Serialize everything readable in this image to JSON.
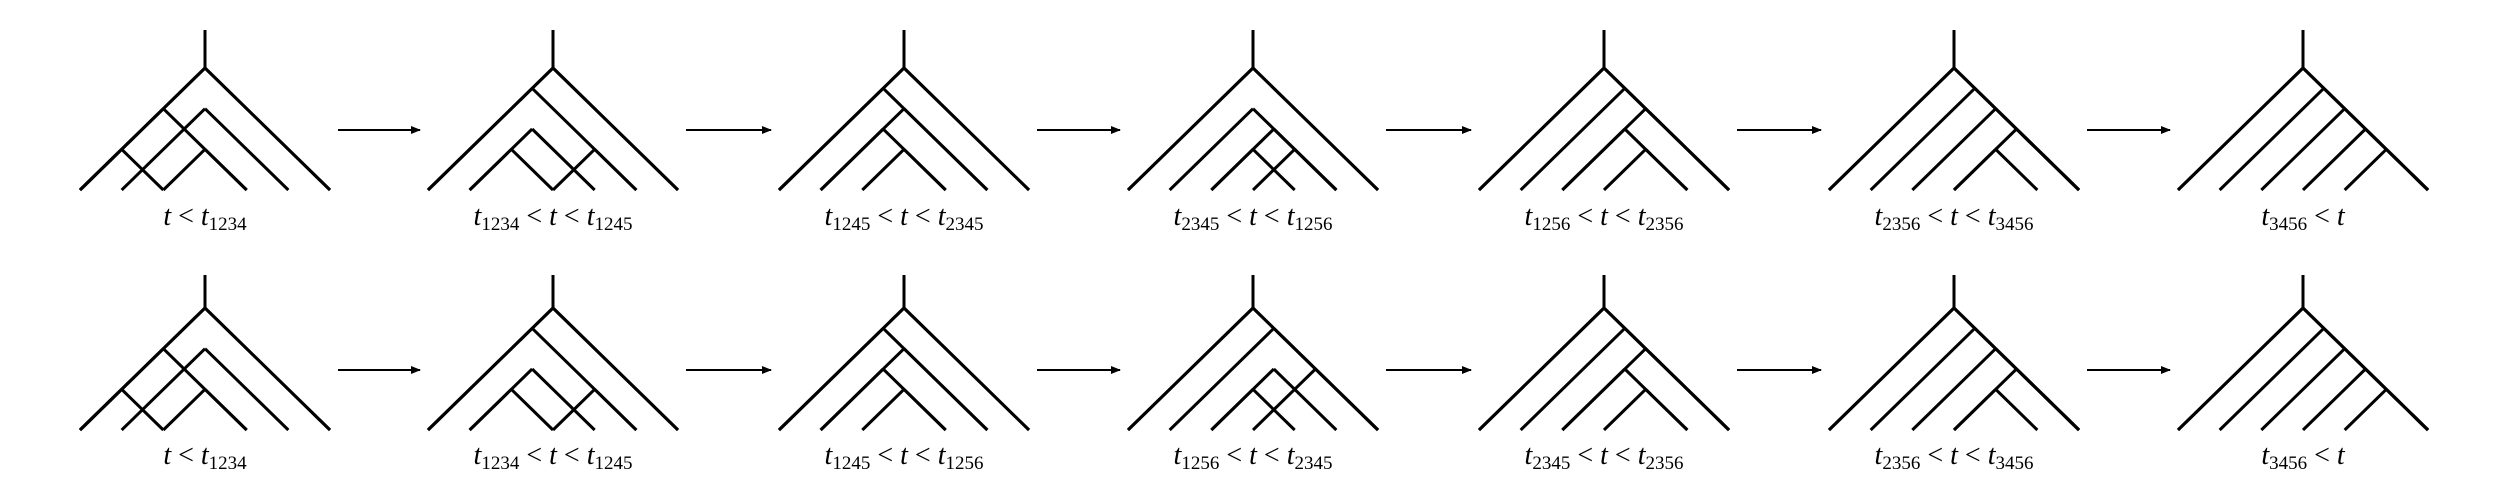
{
  "rows": [
    {
      "trees": [
        {
          "inner": [
            [
              1,
              2
            ],
            [
              1,
              4
            ],
            [
              3,
              4
            ],
            [
              2,
              5
            ],
            [
              5,
              5
            ],
            [
              1,
              6
            ]
          ]
        },
        {
          "inner": [
            [
              2,
              3
            ],
            [
              2,
              4
            ],
            [
              1,
              5
            ],
            [
              4,
              5
            ],
            [
              5,
              5
            ],
            [
              1,
              6
            ]
          ]
        },
        {
          "inner": [
            [
              3,
              4
            ],
            [
              2,
              4
            ],
            [
              2,
              5
            ],
            [
              1,
              5
            ],
            [
              5,
              5
            ],
            [
              1,
              6
            ]
          ]
        },
        {
          "inner": [
            [
              3,
              4
            ],
            [
              4,
              5
            ],
            [
              3,
              5
            ],
            [
              2,
              5
            ],
            [
              5,
              5
            ],
            [
              1,
              6
            ]
          ]
        },
        {
          "inner": [
            [
              4,
              5
            ],
            [
              3,
              5
            ],
            [
              3,
              6
            ],
            [
              2,
              6
            ],
            [
              5,
              5
            ],
            [
              1,
              6
            ]
          ]
        },
        {
          "inner": [
            [
              4,
              5
            ],
            [
              4,
              6
            ],
            [
              3,
              6
            ],
            [
              2,
              6
            ],
            [
              5,
              5
            ],
            [
              1,
              6
            ]
          ]
        },
        {
          "inner": [
            [
              5,
              6
            ],
            [
              4,
              6
            ],
            [
              3,
              6
            ],
            [
              2,
              6
            ],
            [
              5,
              5
            ],
            [
              1,
              6
            ]
          ]
        }
      ],
      "captions": [
        [
          {
            "t": "t",
            "s": "it"
          },
          {
            "t": " < "
          },
          {
            "t": "t",
            "s": "it"
          },
          {
            "t": "1234",
            "s": "sub"
          }
        ],
        [
          {
            "t": "t",
            "s": "it"
          },
          {
            "t": "1234",
            "s": "sub"
          },
          {
            "t": " < "
          },
          {
            "t": "t",
            "s": "it"
          },
          {
            "t": " < "
          },
          {
            "t": "t",
            "s": "it"
          },
          {
            "t": "1245",
            "s": "sub"
          }
        ],
        [
          {
            "t": "t",
            "s": "it"
          },
          {
            "t": "1245",
            "s": "sub"
          },
          {
            "t": " < "
          },
          {
            "t": "t",
            "s": "it"
          },
          {
            "t": " < "
          },
          {
            "t": "t",
            "s": "it"
          },
          {
            "t": "2345",
            "s": "sub"
          }
        ],
        [
          {
            "t": "t",
            "s": "it"
          },
          {
            "t": "2345",
            "s": "sub"
          },
          {
            "t": " < "
          },
          {
            "t": "t",
            "s": "it"
          },
          {
            "t": " < "
          },
          {
            "t": "t",
            "s": "it"
          },
          {
            "t": "1256",
            "s": "sub"
          }
        ],
        [
          {
            "t": "t",
            "s": "it"
          },
          {
            "t": "1256",
            "s": "sub"
          },
          {
            "t": " < "
          },
          {
            "t": "t",
            "s": "it"
          },
          {
            "t": " < "
          },
          {
            "t": "t",
            "s": "it"
          },
          {
            "t": "2356",
            "s": "sub"
          }
        ],
        [
          {
            "t": "t",
            "s": "it"
          },
          {
            "t": "2356",
            "s": "sub"
          },
          {
            "t": " < "
          },
          {
            "t": "t",
            "s": "it"
          },
          {
            "t": " < "
          },
          {
            "t": "t",
            "s": "it"
          },
          {
            "t": "3456",
            "s": "sub"
          }
        ],
        [
          {
            "t": "t",
            "s": "it"
          },
          {
            "t": "3456",
            "s": "sub"
          },
          {
            "t": " < "
          },
          {
            "t": "t",
            "s": "it"
          }
        ]
      ]
    },
    {
      "trees": [
        {
          "inner": [
            [
              1,
              2
            ],
            [
              1,
              4
            ],
            [
              3,
              4
            ],
            [
              2,
              5
            ],
            [
              5,
              5
            ],
            [
              1,
              6
            ]
          ]
        },
        {
          "inner": [
            [
              2,
              3
            ],
            [
              2,
              4
            ],
            [
              1,
              5
            ],
            [
              4,
              5
            ],
            [
              5,
              5
            ],
            [
              1,
              6
            ]
          ]
        },
        {
          "inner": [
            [
              3,
              4
            ],
            [
              2,
              4
            ],
            [
              2,
              5
            ],
            [
              1,
              5
            ],
            [
              5,
              5
            ],
            [
              1,
              6
            ]
          ]
        },
        {
          "inner": [
            [
              3,
              4
            ],
            [
              3,
              5
            ],
            [
              4,
              6
            ],
            [
              2,
              6
            ],
            [
              5,
              5
            ],
            [
              1,
              6
            ]
          ]
        },
        {
          "inner": [
            [
              4,
              5
            ],
            [
              3,
              5
            ],
            [
              3,
              6
            ],
            [
              2,
              6
            ],
            [
              5,
              5
            ],
            [
              1,
              6
            ]
          ]
        },
        {
          "inner": [
            [
              4,
              5
            ],
            [
              4,
              6
            ],
            [
              3,
              6
            ],
            [
              2,
              6
            ],
            [
              5,
              5
            ],
            [
              1,
              6
            ]
          ]
        },
        {
          "inner": [
            [
              5,
              6
            ],
            [
              4,
              6
            ],
            [
              3,
              6
            ],
            [
              2,
              6
            ],
            [
              5,
              5
            ],
            [
              1,
              6
            ]
          ]
        }
      ],
      "captions": [
        [
          {
            "t": "t",
            "s": "it"
          },
          {
            "t": " < "
          },
          {
            "t": "t",
            "s": "it"
          },
          {
            "t": "1234",
            "s": "sub"
          }
        ],
        [
          {
            "t": "t",
            "s": "it"
          },
          {
            "t": "1234",
            "s": "sub"
          },
          {
            "t": " < "
          },
          {
            "t": "t",
            "s": "it"
          },
          {
            "t": " < "
          },
          {
            "t": "t",
            "s": "it"
          },
          {
            "t": "1245",
            "s": "sub"
          }
        ],
        [
          {
            "t": "t",
            "s": "it"
          },
          {
            "t": "1245",
            "s": "sub"
          },
          {
            "t": " < "
          },
          {
            "t": "t",
            "s": "it"
          },
          {
            "t": " < "
          },
          {
            "t": "t",
            "s": "it"
          },
          {
            "t": "1256",
            "s": "sub"
          }
        ],
        [
          {
            "t": "t",
            "s": "it"
          },
          {
            "t": "1256",
            "s": "sub"
          },
          {
            "t": " < "
          },
          {
            "t": "t",
            "s": "it"
          },
          {
            "t": " < "
          },
          {
            "t": "t",
            "s": "it"
          },
          {
            "t": "2345",
            "s": "sub"
          }
        ],
        [
          {
            "t": "t",
            "s": "it"
          },
          {
            "t": "2345",
            "s": "sub"
          },
          {
            "t": " < "
          },
          {
            "t": "t",
            "s": "it"
          },
          {
            "t": " < "
          },
          {
            "t": "t",
            "s": "it"
          },
          {
            "t": "2356",
            "s": "sub"
          }
        ],
        [
          {
            "t": "t",
            "s": "it"
          },
          {
            "t": "2356",
            "s": "sub"
          },
          {
            "t": " < "
          },
          {
            "t": "t",
            "s": "it"
          },
          {
            "t": " < "
          },
          {
            "t": "t",
            "s": "it"
          },
          {
            "t": "3456",
            "s": "sub"
          }
        ],
        [
          {
            "t": "t",
            "s": "it"
          },
          {
            "t": "3456",
            "s": "sub"
          },
          {
            "t": " < "
          },
          {
            "t": "t",
            "s": "it"
          }
        ]
      ]
    }
  ],
  "colors": {
    "line": "#000000",
    "background": "#ffffff"
  }
}
